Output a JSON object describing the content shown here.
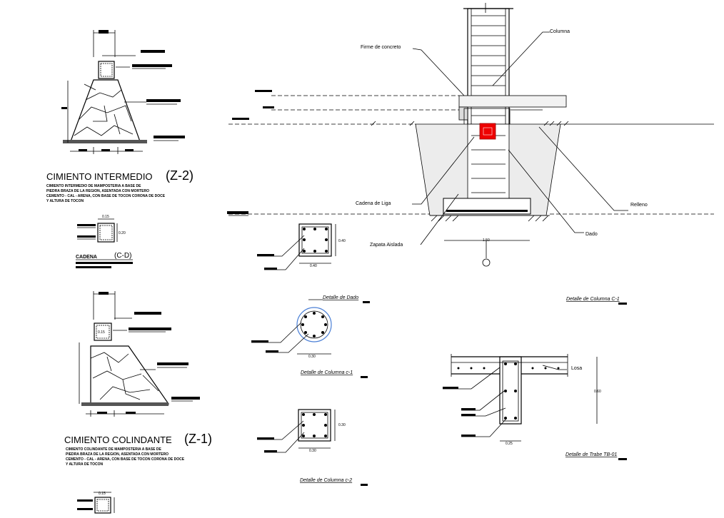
{
  "drawing": {
    "z2": {
      "title": "CIMIENTO INTERMEDIO",
      "code": "(Z-2)",
      "note": [
        "CIMIENTO INTERMEDIO DE MAMPOSTERIA A BASE DE",
        "PIEDRA BRAZA DE LA REGION, ASENTADA CON MORTERO",
        "CEMENTO - CAL - ARENA, CON BASE DE TOCON CORONA DE DOCE",
        "Y ALTURA DE TOCON"
      ]
    },
    "cadena": {
      "label": "CADENA",
      "code": "(C-D)",
      "dim_w": "0.15",
      "dim_h": "0.20"
    },
    "z1": {
      "title": "CIMIENTO COLINDANTE",
      "code": "(Z-1)",
      "note": [
        "CIMIENTO COLINDANTE DE MAMPOSTERIA A BASE DE",
        "PIEDRA BRAZA DE LA REGION, ASENTADA CON MORTERO",
        "CEMENTO - CAL - ARENA, CON BASE DE TOCON CORONA DE DOCE",
        "Y ALTURA DE TOCON"
      ],
      "dim_box": "0.15"
    },
    "bottom_small": {
      "dim": "0.15"
    },
    "section": {
      "firme": "Firme de concreto",
      "columna": "Columna",
      "cadena_liga": "Cadena de Liga",
      "relleno": "Relleno",
      "zapata": "Zapata Aislada",
      "dado": "Dado",
      "dim_width": "1.50"
    },
    "dado": {
      "caption": "Detalle de Dado",
      "dim_h": "0.40",
      "dim_w": "0.40"
    },
    "columna_c1": {
      "caption": "Detalle de Columna C-1"
    },
    "columna_circ": {
      "caption": "Detalle de Columna c-1",
      "dim": "0.30"
    },
    "columna_c2": {
      "caption": "Detalle de Columna c-2",
      "dim_h": "0.30",
      "dim_w": "0.30"
    },
    "trabe": {
      "caption": "Detalle de Trabe TB-01",
      "losa": "Losa",
      "dim_h": "0.60",
      "dim_w": "0.25"
    }
  }
}
